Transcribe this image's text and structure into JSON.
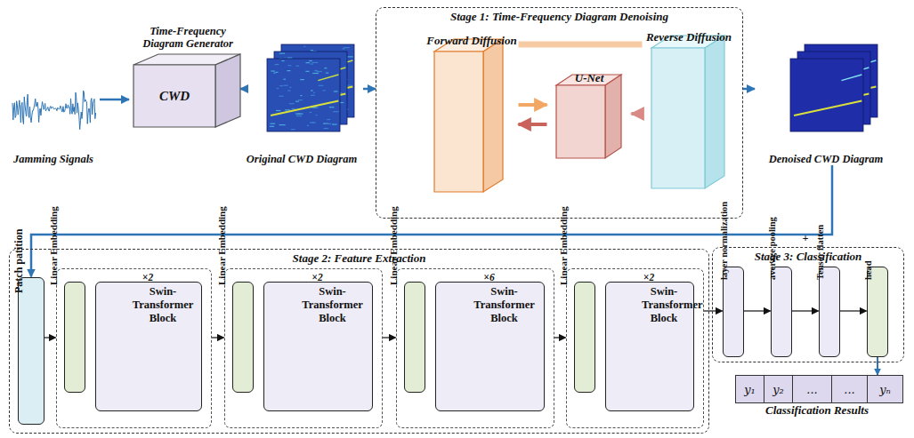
{
  "diagram": {
    "nodes": [
      {
        "text": [
          "Jamming Signals"
        ]
      },
      {
        "text": [
          "Time-Frequency Diagram Generator",
          "CWD"
        ]
      },
      {
        "text": [
          "Original CWD Diagram"
        ]
      },
      {
        "text": [
          "Stage 1: Time-Frequency Diagram Denoising"
        ]
      },
      {
        "text": [
          "Forward Diffusion"
        ],
        "in": 3
      },
      {
        "text": [
          "U-Net"
        ],
        "in": 3
      },
      {
        "text": [
          "Reverse Diffusion"
        ],
        "in": 3
      },
      {
        "text": [
          "Denoised CWD Diagram"
        ]
      },
      {
        "text": [
          "Stage 2: Feature Extraction"
        ]
      },
      {
        "text": [
          "Patch patition"
        ],
        "in": 8
      },
      {
        "text": [
          "×2"
        ],
        "in": 8
      },
      {
        "text": [
          "Linear Embedding"
        ],
        "in": 10
      },
      {
        "text": [
          "Swin-Transformer Block"
        ],
        "in": 10
      },
      {
        "text": [
          "×2"
        ],
        "in": 8
      },
      {
        "text": [
          "Linear Embedding"
        ],
        "in": 13
      },
      {
        "text": [
          "Swin-Transformer Block"
        ],
        "in": 13
      },
      {
        "text": [
          "×6"
        ],
        "in": 8
      },
      {
        "text": [
          "Linear Embedding"
        ],
        "in": 16
      },
      {
        "text": [
          "Swin-Transformer Block"
        ],
        "in": 16
      },
      {
        "text": [
          "×2"
        ],
        "in": 8
      },
      {
        "text": [
          "Linear Embedding"
        ],
        "in": 19
      },
      {
        "text": [
          "Swin-Transformer Block"
        ],
        "in": 19
      },
      {
        "text": [
          "Stage 3: Classification"
        ]
      },
      {
        "text": [
          "layer normalization"
        ],
        "in": 22
      },
      {
        "text": [
          "average pooling"
        ],
        "in": 22
      },
      {
        "text": [
          "Tensor flatten"
        ],
        "in": 22
      },
      {
        "text": [
          "head"
        ],
        "in": 22
      },
      {
        "text": [
          "y₁"
        ]
      },
      {
        "text": [
          "y₂"
        ]
      },
      {
        "text": [
          "..."
        ]
      },
      {
        "text": [
          "..."
        ]
      },
      {
        "text": [
          "yₙ"
        ]
      }
    ],
    "edges": [
      {
        "from": 0,
        "to": 1,
        "arrow": "to"
      },
      {
        "from": 1,
        "to": 2,
        "arrow": "to"
      },
      {
        "from": 2,
        "to": 3,
        "arrow": "to"
      },
      {
        "from": 3,
        "to": 7,
        "arrow": "to"
      },
      {
        "from": 4,
        "to": 5,
        "arrow": "to"
      },
      {
        "from": 5,
        "to": 4,
        "arrow": "to"
      },
      {
        "from": 6,
        "to": 5,
        "arrow": "to"
      },
      {
        "from": 4,
        "to": 6,
        "arrow": "none"
      },
      {
        "from": 7,
        "to": 9,
        "arrow": "to"
      },
      {
        "from": 9,
        "to": 10,
        "arrow": "to"
      },
      {
        "from": 10,
        "to": 13,
        "arrow": "to"
      },
      {
        "from": 13,
        "to": 16,
        "arrow": "to"
      },
      {
        "from": 16,
        "to": 19,
        "arrow": "to"
      },
      {
        "from": 19,
        "to": 23,
        "arrow": "to"
      },
      {
        "from": 23,
        "to": 24,
        "arrow": "to"
      },
      {
        "from": 24,
        "to": 25,
        "arrow": "to"
      },
      {
        "from": 25,
        "to": 26,
        "arrow": "to"
      },
      {
        "from": 26,
        "to": 31,
        "arrow": "to"
      }
    ],
    "labels": [
      "+",
      "Classification Results"
    ]
  }
}
